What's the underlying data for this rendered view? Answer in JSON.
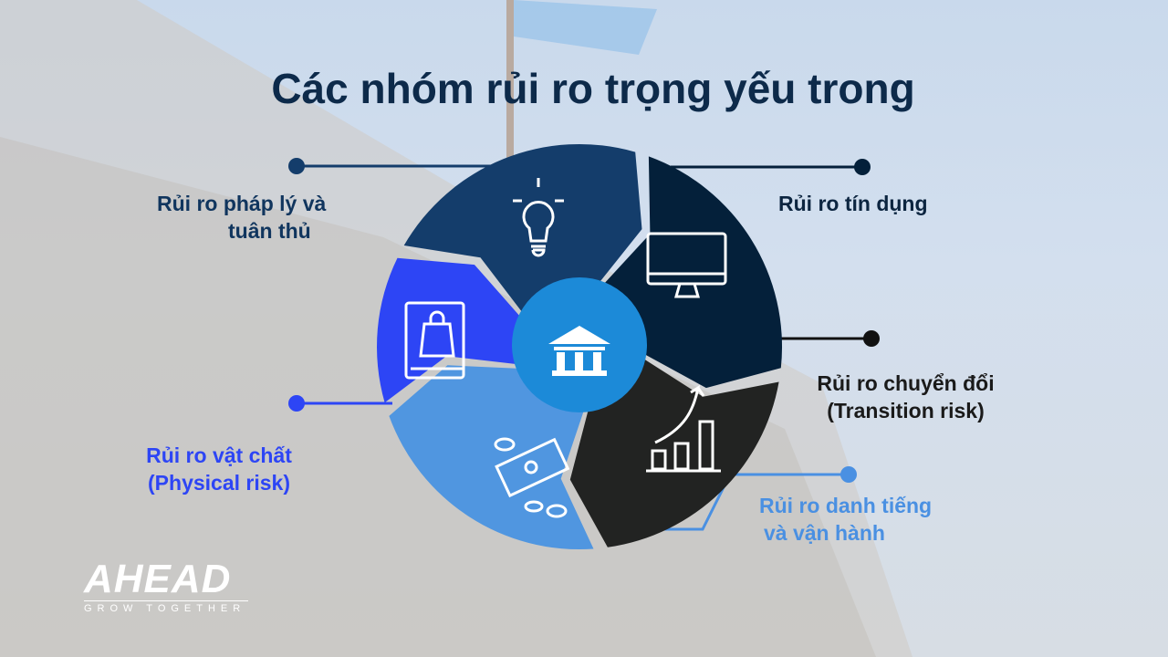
{
  "title": "Các nhóm rủi ro trọng yếu trong",
  "segments": [
    {
      "label_lines": [
        "Rủi ro pháp lý và",
        "tuân thủ"
      ],
      "color": "#143d6b",
      "icon": "lightbulb-icon"
    },
    {
      "label_lines": [
        "Rủi ro tín dụng"
      ],
      "color": "#04203a",
      "icon": "monitor-icon"
    },
    {
      "label_lines": [
        "Rủi ro chuyển đổi",
        "(Transition risk)"
      ],
      "color": "#222322",
      "icon": "growth-chart-icon"
    },
    {
      "label_lines": [
        "Rủi ro danh tiếng",
        "và vận hành"
      ],
      "color": "#5096e0",
      "icon": "money-icon"
    },
    {
      "label_lines": [
        "Rủi ro vật chất",
        "(Physical risk)"
      ],
      "color": "#2d45f5",
      "icon": "book-bag-icon"
    }
  ],
  "center": {
    "icon": "bank-icon",
    "color": "#1c8ad8"
  },
  "logo": {
    "name": "AHEAD",
    "tagline": "GROW TOGETHER"
  }
}
